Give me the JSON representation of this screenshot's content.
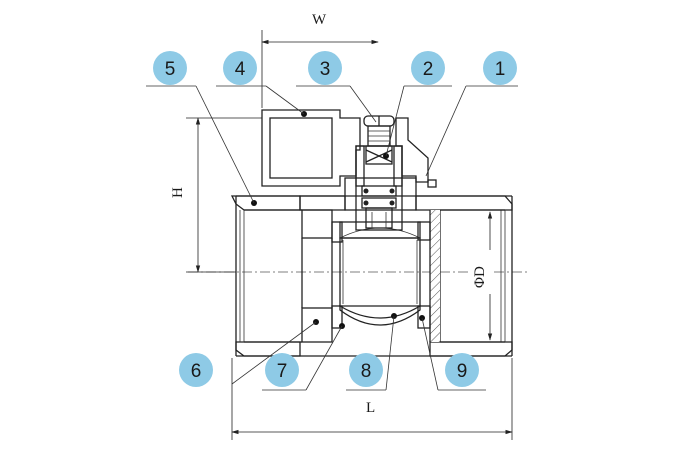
{
  "dimensions": {
    "width_label": "W",
    "height_label": "H",
    "diameter_label": "ΦD",
    "length_label": "L"
  },
  "callouts": [
    {
      "id": "1",
      "label": "1"
    },
    {
      "id": "2",
      "label": "2"
    },
    {
      "id": "3",
      "label": "3"
    },
    {
      "id": "4",
      "label": "4"
    },
    {
      "id": "5",
      "label": "5"
    },
    {
      "id": "6",
      "label": "6"
    },
    {
      "id": "7",
      "label": "7"
    },
    {
      "id": "8",
      "label": "8"
    },
    {
      "id": "9",
      "label": "9"
    }
  ],
  "colors": {
    "callout_fill": "#8ecae6",
    "line": "#222222",
    "hatch": "#555555"
  }
}
